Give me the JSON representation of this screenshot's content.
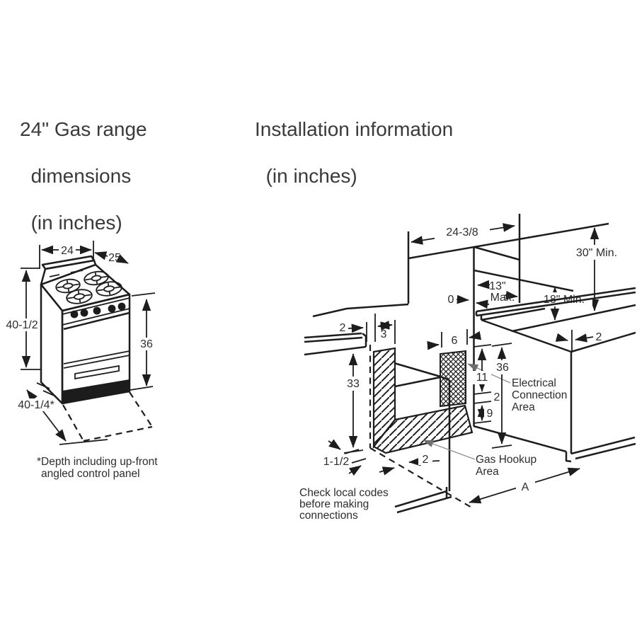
{
  "titles": {
    "left_line1": "24\" Gas range",
    "left_line2": "dimensions",
    "left_line3": "(in inches)",
    "right_line1": "Installation information",
    "right_line2": "(in inches)"
  },
  "range_diagram": {
    "dim_width": "24",
    "dim_depth": "25",
    "dim_height_total": "40-1/2",
    "dim_height_cooktop": "36",
    "dim_depth_total": "40-1/4*",
    "footnote_line1": "*Depth including up-front",
    "footnote_line2": "angled control panel"
  },
  "installation_diagram": {
    "dim_opening_width": "24-3/8",
    "dim_min_clearance_cabinet": "30\" Min.",
    "dim_max_cabinet_depth": "13\"",
    "dim_max_cabinet_depth_suffix": "Max.",
    "dim_zero_clearance": "0",
    "dim_min_clearance_side": "18\" Min.",
    "dim_counter_gap": "2",
    "dim_wall_return": "3",
    "dim_electrical_width": "6",
    "dim_counter_height": "36",
    "dim_wall_height": "33",
    "dim_electrical_top": "11",
    "dim_electrical_height": "2",
    "dim_electrical_bottom": "9",
    "dim_counter_overhang": "2",
    "dim_floor_gap_small": "1-1/2",
    "dim_floor_gap": "2",
    "dim_run_length": "A",
    "label_electrical_line1": "Electrical",
    "label_electrical_line2": "Connection",
    "label_electrical_line3": "Area",
    "label_gas_line1": "Gas Hookup",
    "label_gas_line2": "Area",
    "note_line1": "Check local codes",
    "note_line2": "before making",
    "note_line3": "connections"
  },
  "colors": {
    "line": "#1d1d1d",
    "text": "#2d2d2d",
    "leader": "#8f8f8f",
    "background": "#ffffff"
  }
}
